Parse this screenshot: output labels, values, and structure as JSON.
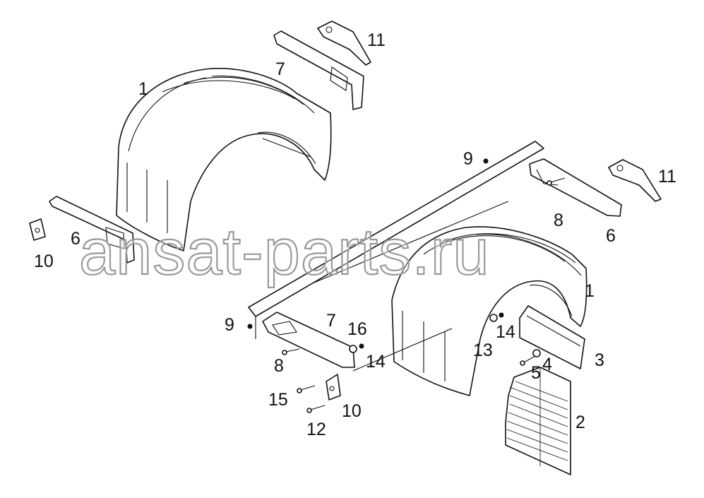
{
  "watermark": "ansat-parts.ru",
  "callouts": {
    "l1a": "1",
    "l1b": "1",
    "l2": "2",
    "l3": "3",
    "l4": "4",
    "l5": "5",
    "l6a": "6",
    "l6b": "6",
    "l7a": "7",
    "l7b": "7",
    "l8a": "8",
    "l8b": "8",
    "l9a": "9",
    "l9b": "9",
    "l10a": "10",
    "l10b": "10",
    "l11a": "11",
    "l11b": "11",
    "l12": "12",
    "l13": "13",
    "l14a": "14",
    "l14b": "14",
    "l15": "15",
    "l16": "16"
  }
}
